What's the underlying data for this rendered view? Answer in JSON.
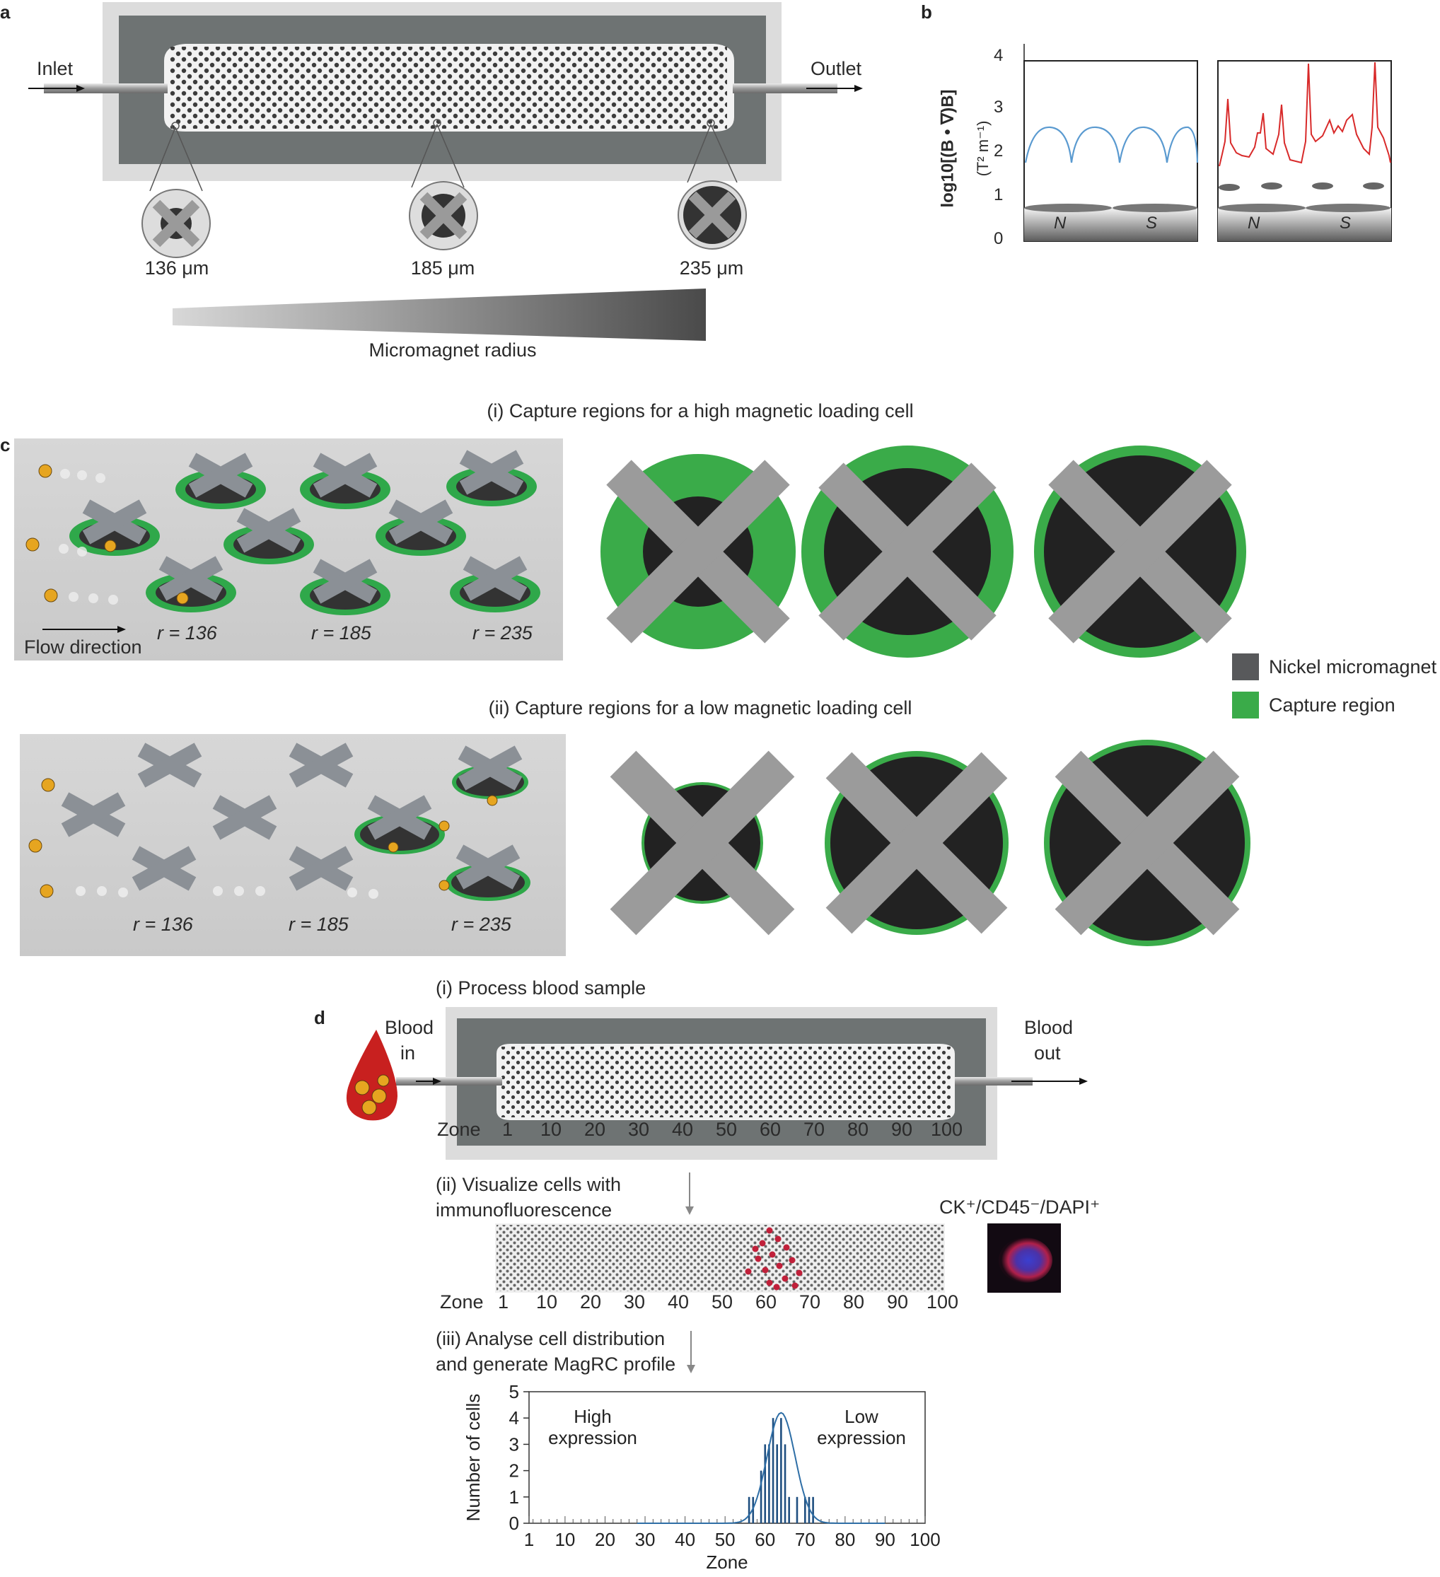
{
  "panels": {
    "a": {
      "letter": "a",
      "inlet": "Inlet",
      "outlet": "Outlet",
      "sizes": [
        "136 μm",
        "185 μm",
        "235 μm"
      ],
      "gradient_label": "Micromagnet radius"
    },
    "b": {
      "letter": "b",
      "ylabel_main": "log10[(B • ∇)B]",
      "ylabel_unit": "(T² m⁻¹)",
      "yticks": [
        "4",
        "3",
        "2",
        "1",
        "0"
      ],
      "pole_n": "N",
      "pole_s": "S"
    },
    "c": {
      "letter": "c",
      "title_high": "(i) Capture regions for a high magnetic loading cell",
      "title_low": "(ii) Capture regions for a low magnetic loading cell",
      "flow_direction": "Flow direction",
      "radius_labels_high": [
        "r = 136",
        "r = 185",
        "r = 235"
      ],
      "radius_labels_low": [
        "r = 136",
        "r = 185",
        "r = 235"
      ],
      "legend": [
        {
          "label": "Nickel micromagnet",
          "color": "#58595b"
        },
        {
          "label": "Capture region",
          "color": "#3aab49"
        }
      ]
    },
    "d": {
      "letter": "d",
      "step1": "(i) Process blood sample",
      "blood_in_1": "Blood",
      "blood_in_2": "in",
      "blood_out_1": "Blood",
      "blood_out_2": "out",
      "zone_word": "Zone",
      "zones_device": [
        "1",
        "10",
        "20",
        "30",
        "40",
        "50",
        "60",
        "70",
        "80",
        "90",
        "100"
      ],
      "step2_line1": "(ii) Visualize cells with",
      "step2_line2": "immunofluorescence",
      "marker": "CK⁺/CD45⁻/DAPI⁺",
      "zones_strip": [
        "1",
        "10",
        "20",
        "30",
        "40",
        "50",
        "60",
        "70",
        "80",
        "90",
        "100"
      ],
      "step3_line1": "(iii) Analyse cell distribution",
      "step3_line2": "and generate MagRC profile"
    }
  },
  "chart_data": {
    "type": "bar",
    "title": "",
    "xlabel": "Zone",
    "ylabel": "Number of cells",
    "xlim": [
      1,
      100
    ],
    "ylim": [
      0,
      5
    ],
    "xticks": [
      "1",
      "10",
      "20",
      "30",
      "40",
      "50",
      "60",
      "70",
      "80",
      "90",
      "100"
    ],
    "yticks": [
      "0",
      "1",
      "2",
      "3",
      "4",
      "5"
    ],
    "annotations": [
      {
        "text_line1": "High",
        "text_line2": "expression"
      },
      {
        "text_line1": "Low",
        "text_line2": "expression"
      }
    ],
    "bars": [
      {
        "x": 56,
        "y": 1
      },
      {
        "x": 57,
        "y": 1
      },
      {
        "x": 59,
        "y": 2
      },
      {
        "x": 60,
        "y": 3
      },
      {
        "x": 61,
        "y": 3
      },
      {
        "x": 62,
        "y": 4
      },
      {
        "x": 63,
        "y": 3
      },
      {
        "x": 64,
        "y": 4
      },
      {
        "x": 65,
        "y": 3
      },
      {
        "x": 66,
        "y": 1
      },
      {
        "x": 68,
        "y": 1
      },
      {
        "x": 70,
        "y": 1
      },
      {
        "x": 71,
        "y": 1
      },
      {
        "x": 72,
        "y": 1
      }
    ],
    "fit_curve": {
      "type": "gaussian",
      "mean": 64,
      "sd": 3.5,
      "peak": 4.2
    }
  }
}
